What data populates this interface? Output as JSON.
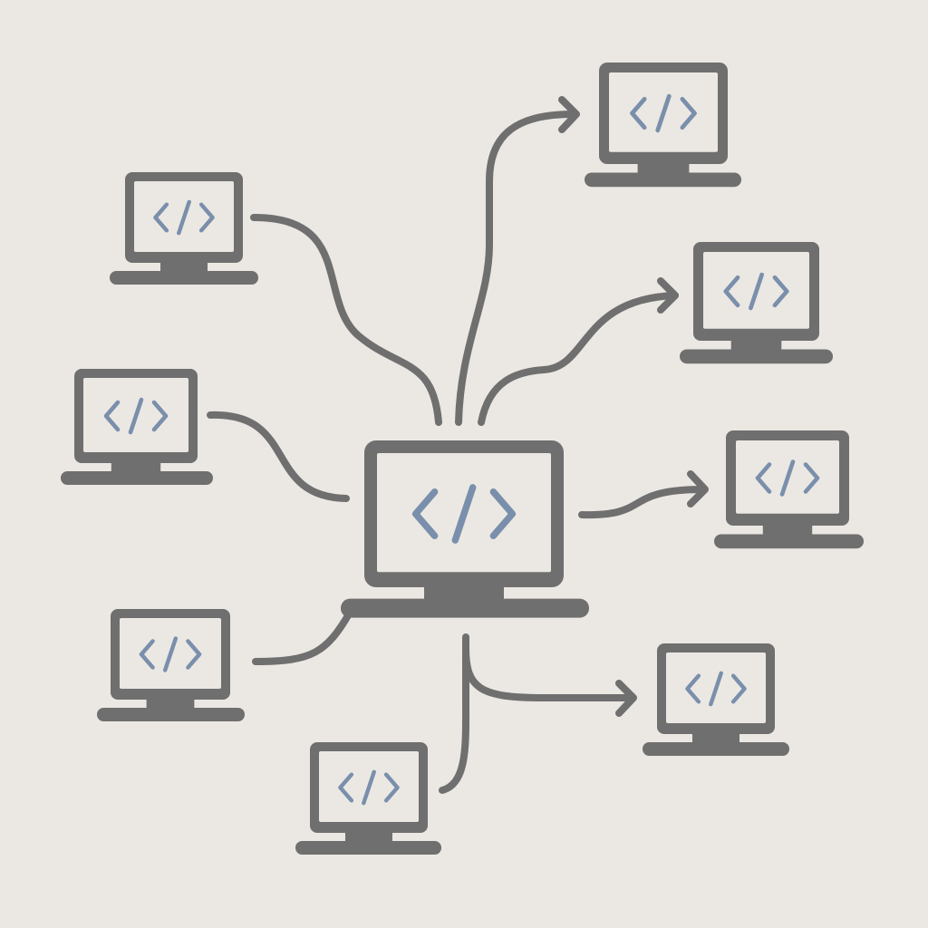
{
  "colors": {
    "background": "#ebe8e3",
    "device": "#6f6f6f",
    "screen": "#ebe8e3",
    "code_glyph": "#7a8fab",
    "connector": "#6f6f6f"
  },
  "icons": {
    "device": "laptop-icon",
    "glyph": "code-brackets-icon",
    "arrow": "arrowhead-icon"
  },
  "glyph_text": "</>",
  "nodes": [
    {
      "id": "central",
      "role": "hub"
    },
    {
      "id": "left-1",
      "role": "source"
    },
    {
      "id": "left-2",
      "role": "source"
    },
    {
      "id": "left-3",
      "role": "source"
    },
    {
      "id": "bottom",
      "role": "source"
    },
    {
      "id": "right-1",
      "role": "target"
    },
    {
      "id": "right-2",
      "role": "target"
    },
    {
      "id": "right-3",
      "role": "target"
    },
    {
      "id": "right-4",
      "role": "target"
    }
  ],
  "edges": [
    {
      "from": "left-1",
      "to": "central",
      "arrow": false
    },
    {
      "from": "left-2",
      "to": "central",
      "arrow": false
    },
    {
      "from": "left-3",
      "to": "central",
      "arrow": false
    },
    {
      "from": "bottom",
      "to": "central",
      "arrow": false
    },
    {
      "from": "central",
      "to": "right-1",
      "arrow": true
    },
    {
      "from": "central",
      "to": "right-2",
      "arrow": true
    },
    {
      "from": "central",
      "to": "right-3",
      "arrow": true
    },
    {
      "from": "central",
      "to": "right-4",
      "arrow": true
    }
  ]
}
